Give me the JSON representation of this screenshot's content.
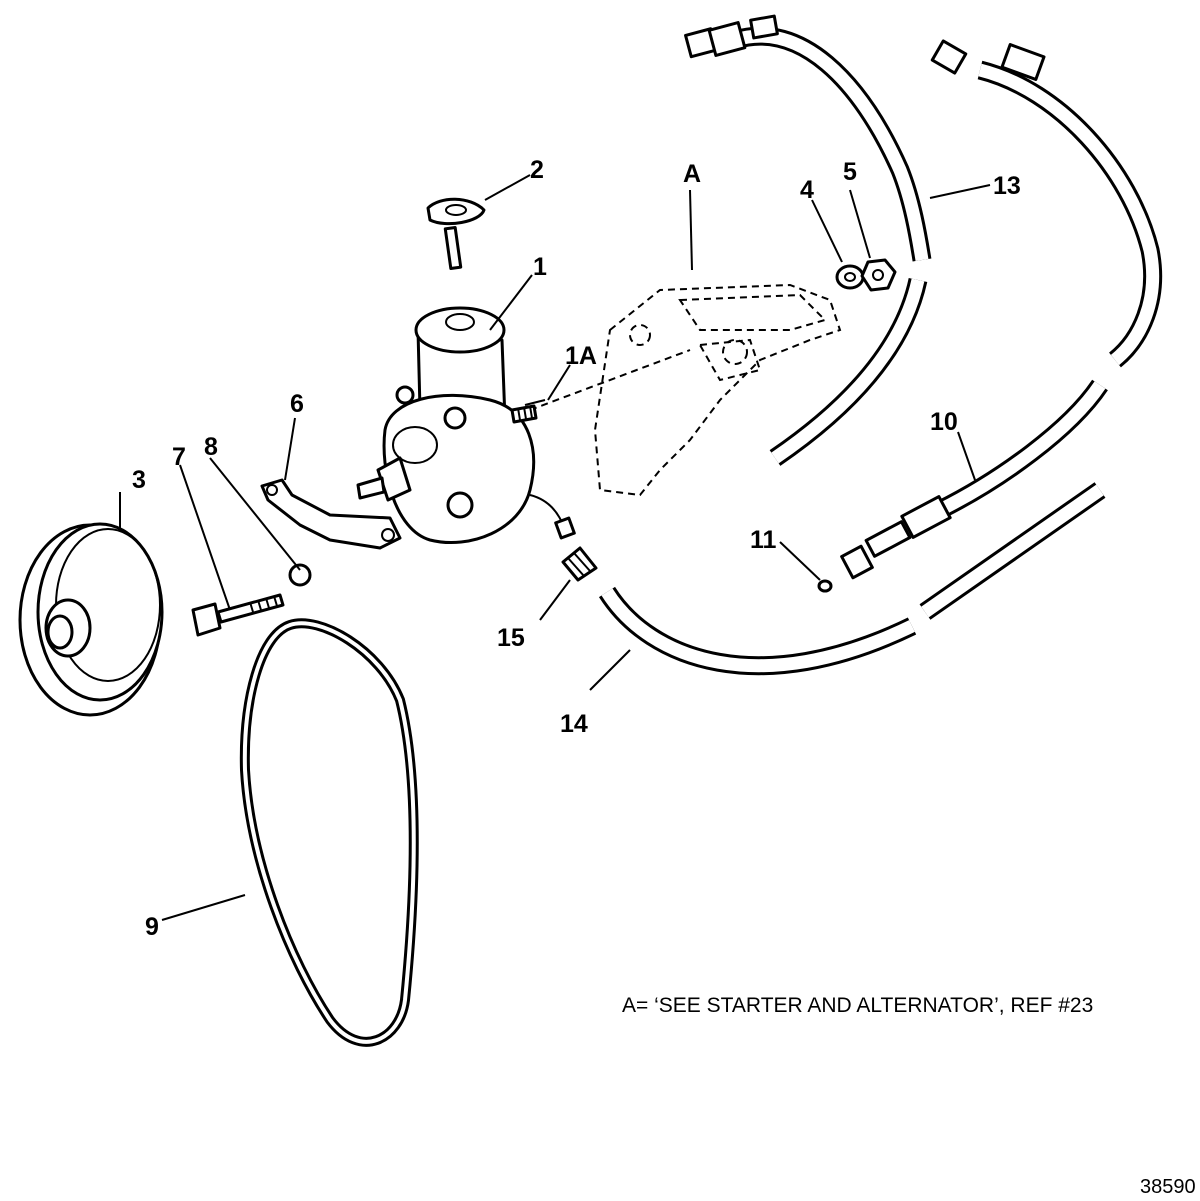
{
  "callouts": {
    "l1": "1",
    "l1a": "1A",
    "l2": "2",
    "l3": "3",
    "l4": "4",
    "l5": "5",
    "l6": "6",
    "l7": "7",
    "l8": "8",
    "l9": "9",
    "l10": "10",
    "l11": "11",
    "l13": "13",
    "l14": "14",
    "l15": "15",
    "lA": "A"
  },
  "note": "A= ‘SEE STARTER AND ALTERNATOR’, REF #23",
  "figure_number": "38590"
}
